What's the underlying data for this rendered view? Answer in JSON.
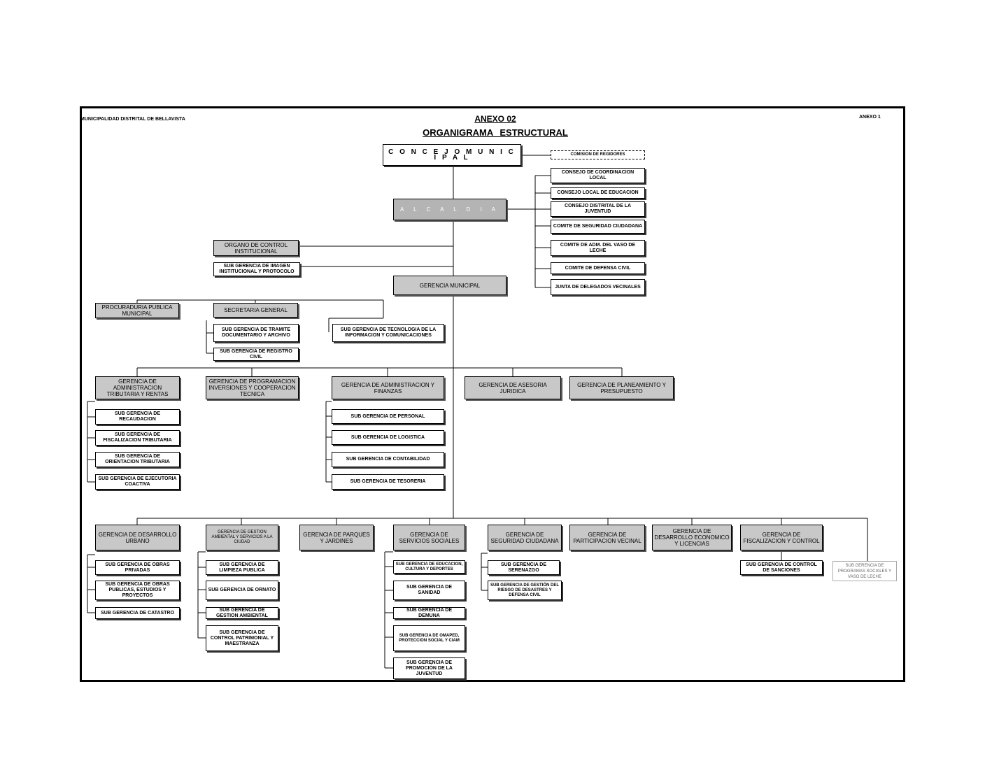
{
  "header": {
    "org": "MUNICIPALIDAD DISTRITAL DE BELLAVISTA",
    "annex_main": "ANEXO 02",
    "title": "ORGANIGRAMA ESTRUCTURAL",
    "annex_right": "ANEXO 1"
  },
  "top": {
    "concejo": "C O N C E J O   M U N I C I P A L",
    "comision": "COMISION DE REGIDORES",
    "alcaldia": "A L C A L D I A",
    "gerencia_municipal": "GERENCIA MUNICIPAL"
  },
  "councils": [
    "CONSEJO DE COORDINACION LOCAL",
    "CONSEJO LOCAL DE EDUCACION",
    "CONSEJO DISTRITAL DE LA JUVENTUD",
    "COMITE DE SEGURIDAD CIUDADANA",
    "COMITE DE ADM. DEL VASO DE LECHE",
    "COMITE DE DEFENSA CIVIL",
    "JUNTA DE DELEGADOS VECINALES"
  ],
  "staff": {
    "oci": "ORGANO DE CONTROL INSTITUCIONAL",
    "imagen": "SUB GERENCIA DE IMAGEN INSTITUCIONAL Y PROTOCOLO",
    "procuraduria": "PROCURADURIA PUBLICA MUNICIPAL",
    "secretaria": "SECRETARIA GENERAL",
    "tramite": "SUB GERENCIA DE TRAMITE DOCUMENTARIO Y ARCHIVO",
    "registro": "SUB GERENCIA DE REGISTRO CIVIL",
    "tecnologia": "SUB GERENCIA DE TECNOLOGIA DE LA INFORMACION Y COMUNICACIONES"
  },
  "row1": {
    "administracion_tributaria": "GERENCIA DE ADMINISTRACION TRIBUTARIA Y RENTAS",
    "programacion": "GERENCIA DE PROGRAMACION INVERSIONES Y COOPERACION TECNICA",
    "administracion_finanzas": "GERENCIA DE ADMINISTRACION Y FINANZAS",
    "asesoria": "GERENCIA DE ASESORIA JURIDICA",
    "planeamiento": "GERENCIA DE PLANEAMIENTO Y PRESUPUESTO",
    "tributaria_subs": [
      "SUB GERENCIA DE RECAUDACION",
      "SUB GERENCIA DE FISCALIZACION TRIBUTARIA",
      "SUB GERENCIA DE ORIENTACION TRIBUTARIA",
      "SUB GERENCIA DE EJECUTORIA COACTIVA"
    ],
    "finanzas_subs": [
      "SUB GERENCIA DE PERSONAL",
      "SUB GERENCIA DE LOGISTICA",
      "SUB GERENCIA DE CONTABILIDAD",
      "SUB GERENCIA DE TESORERIA"
    ]
  },
  "row2": {
    "desarrollo_urbano": "GERENCIA DE DESARROLLO URBANO",
    "gestion_ambiental": "GERENCIA DE GESTION AMBIENTAL Y SERVICIOS A LA CIUDAD",
    "parques": "GERENCIA DE PARQUES Y JARDINES",
    "servicios_sociales": "GERENCIA DE SERVICIOS SOCIALES",
    "seguridad": "GERENCIA DE SEGURIDAD CIUDADANA",
    "participacion": "GERENCIA DE PARTICIPACION VECINAL",
    "economico": "GERENCIA DE DESARROLLO ECONOMICO Y LICENCIAS",
    "fiscalizacion": "GERENCIA DE FISCALIZACION Y CONTROL",
    "programas_sociales": "SUB GERENCIA DE PROGRAMAS SOCIALES Y VASO DE LECHE",
    "urbano_subs": [
      "SUB GERENCIA DE OBRAS PRIVADAS",
      "SUB GERENCIA DE OBRAS PUBLICAS, ESTUDIOS Y PROYECTOS",
      "SUB GERENCIA DE CATASTRO"
    ],
    "ambiental_subs": [
      "SUB GERENCIA DE LIMPIEZA PUBLICA",
      "SUB GERENCIA DE ORNATO",
      "SUB GERENCIA DE GESTION AMBIENTAL",
      "SUB GERENCIA DE CONTROL PATRIMONIAL Y MAESTRANZA"
    ],
    "sociales_subs": [
      "SUB GERENCIA DE EDUCACION, CULTURA Y DEPORTES",
      "SUB GERENCIA DE SANIDAD",
      "SUB GERENCIA DE DEMUNA",
      "SUB GERENCIA DE OMAPED, PROTECCION SOCIAL Y CIAM",
      "SUB GERENCIA DE PROMOCIÓN DE LA JUVENTUD"
    ],
    "seguridad_subs": [
      "SUB GERENCIA DE SERENAZGO",
      "SUB GERENCIA DE GESTIÓN DEL RIESGO DE DESASTRES Y DEFENSA CIVIL"
    ],
    "fiscalizacion_subs": [
      "SUB GERENCIA DE CONTROL DE SANCIONES"
    ]
  }
}
